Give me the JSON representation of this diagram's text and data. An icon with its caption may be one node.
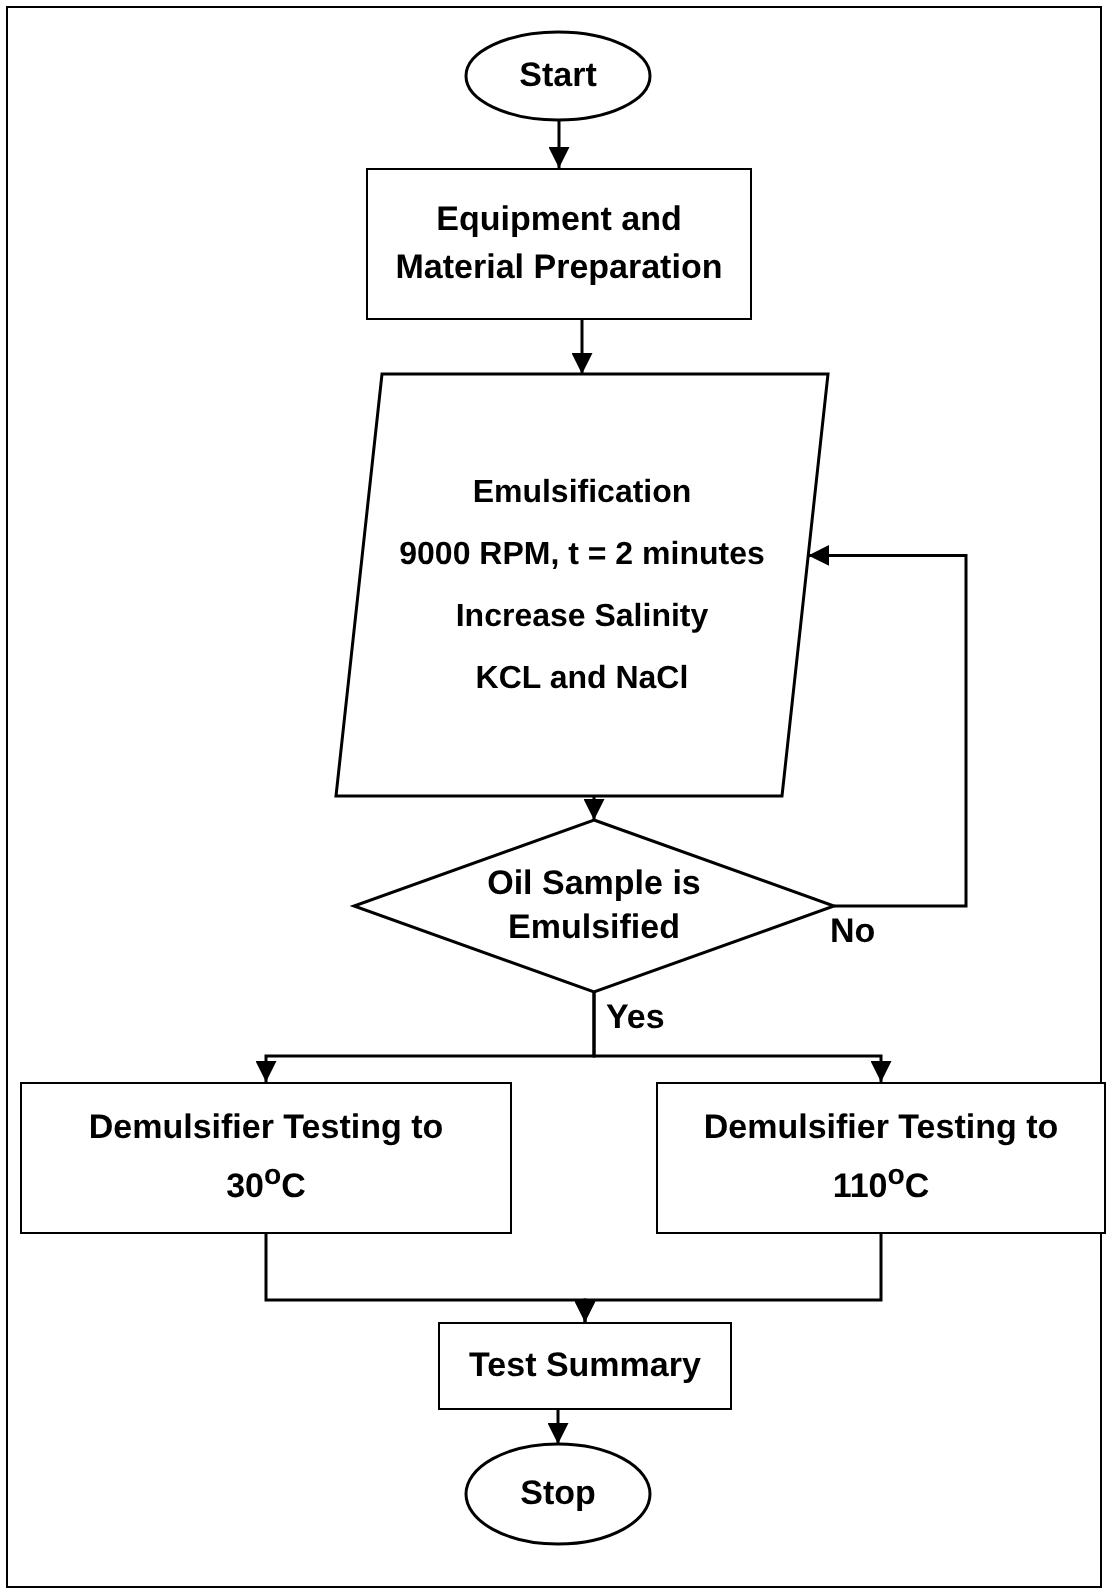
{
  "diagram": {
    "nodes": [
      {
        "text": [
          "Start"
        ]
      },
      {
        "text": [
          "Equipment and Material Preparation"
        ]
      },
      {
        "text": [
          "Emulsification",
          "9000 RPM, t = 2 minutes",
          "Increase Salinity",
          "KCL and NaCl"
        ]
      },
      {
        "text": [
          "Oil Sample is Emulsified"
        ]
      },
      {
        "text": [
          "Demulsifier Testing to 30$^{o}$C"
        ]
      },
      {
        "text": [
          "Demulsifier Testing to 110$^{o}$C"
        ]
      },
      {
        "text": [
          "Test Summary"
        ]
      },
      {
        "text": [
          "Stop"
        ]
      }
    ],
    "edges": [
      {
        "from": 0,
        "to": 1,
        "arrow": "to"
      },
      {
        "from": 1,
        "to": 2,
        "arrow": "to"
      },
      {
        "from": 2,
        "to": 3,
        "arrow": "to"
      },
      {
        "from": 3,
        "to": 2,
        "arrow": "to",
        "label": "No"
      },
      {
        "from": 3,
        "to": 4,
        "arrow": "to",
        "label": "Yes"
      },
      {
        "from": 3,
        "to": 5,
        "arrow": "to"
      },
      {
        "from": 4,
        "to": 6,
        "arrow": "to"
      },
      {
        "from": 5,
        "to": 6,
        "arrow": "to"
      },
      {
        "from": 6,
        "to": 7,
        "arrow": "to"
      }
    ]
  }
}
